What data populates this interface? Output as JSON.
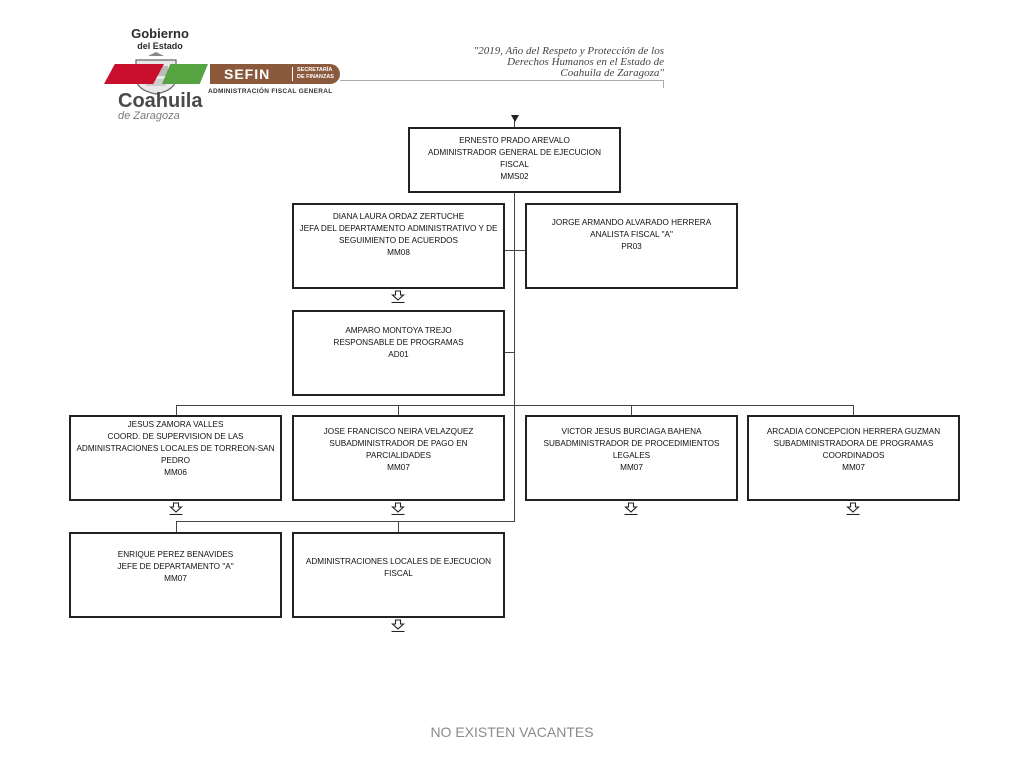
{
  "header": {
    "gov_line1": "Gobierno",
    "gov_line2": "del Estado",
    "sefin": "SEFIN",
    "sefin_sub_1": "SECRETARÍA",
    "sefin_sub_2": "DE FINANZAS",
    "admin_fiscal": "ADMINISTRACIÓN FISCAL GENERAL",
    "state_name": "Coahuila",
    "state_sub": "de Zaragoza",
    "motto_1": "\"2019, Año del Respeto y Protección de los",
    "motto_2": "Derechos Humanos en el Estado de",
    "motto_3": "Coahuila de Zaragoza\""
  },
  "boxes": {
    "director": {
      "name": "ERNESTO PRADO AREVALO",
      "title": "ADMINISTRADOR GENERAL DE EJECUCION FISCAL",
      "code": "MMS02"
    },
    "diana": {
      "name": "DIANA LAURA ORDAZ ZERTUCHE",
      "title": "JEFA DEL DEPARTAMENTO ADMINISTRATIVO Y DE SEGUIMIENTO DE ACUERDOS",
      "code": "MM08"
    },
    "jorge": {
      "name": "JORGE ARMANDO ALVARADO HERRERA",
      "title": "ANALISTA FISCAL \"A\"",
      "code": "PR03"
    },
    "amparo": {
      "name": "AMPARO MONTOYA TREJO",
      "title": "RESPONSABLE DE PROGRAMAS",
      "code": "AD01"
    },
    "jesus": {
      "name": "JESUS ZAMORA VALLES",
      "title": "COORD. DE SUPERVISION DE LAS ADMINISTRACIONES LOCALES DE TORREON-SAN PEDRO",
      "code": "MM06"
    },
    "jose": {
      "name": "JOSE FRANCISCO NEIRA VELAZQUEZ",
      "title": "SUBADMINISTRADOR DE PAGO EN PARCIALIDADES",
      "code": "MM07"
    },
    "victor": {
      "name": "VICTOR JESUS BURCIAGA BAHENA",
      "title": "SUBADMINISTRADOR DE PROCEDIMIENTOS LEGALES",
      "code": "MM07"
    },
    "arcadia": {
      "name": "ARCADIA CONCEPCION HERRERA GUZMAN",
      "title": "SUBADMINISTRADORA DE PROGRAMAS COORDINADOS",
      "code": "MM07"
    },
    "enrique": {
      "name": "ENRIQUE PEREZ BENAVIDES",
      "title": "JEFE DE DEPARTAMENTO \"A\"",
      "code": "MM07"
    },
    "locales": {
      "title": "ADMINISTRACIONES LOCALES DE EJECUCION FISCAL"
    }
  },
  "footer": {
    "note": "NO EXISTEN VACANTES"
  },
  "colors": {
    "red": "#c8102e",
    "green": "#56a341",
    "sefin_brown": "#8b5a3c"
  }
}
